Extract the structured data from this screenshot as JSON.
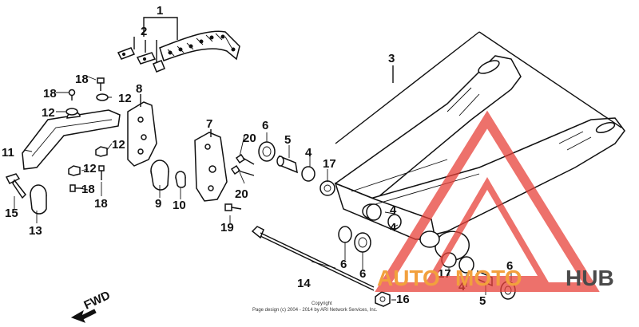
{
  "callouts": {
    "c1": "1",
    "c2": "2",
    "c3": "3",
    "c4a": "4",
    "c4b": "4",
    "c4c": "4",
    "c4d": "4",
    "c5a": "5",
    "c5b": "5",
    "c6a": "6",
    "c6b": "6",
    "c6c": "6",
    "c6d": "6",
    "c7": "7",
    "c8": "8",
    "c9": "9",
    "c10": "10",
    "c11": "11",
    "c12a": "12",
    "c12b": "12",
    "c12c": "12",
    "c12d": "12",
    "c13": "13",
    "c14": "14",
    "c15": "15",
    "c16": "16",
    "c17a": "17",
    "c17b": "17",
    "c18a": "18",
    "c18b": "18",
    "c18c": "18",
    "c18d": "18",
    "c19": "19",
    "c20a": "20",
    "c20b": "20"
  },
  "fwd_label": "FWD",
  "copyright": {
    "line1": "Copyright",
    "line2": "Page design (c) 2004 - 2014 by ARI Network Services, Inc."
  },
  "watermark": {
    "part1": "AUTO",
    "part2": "MOTO",
    "part3": "HUB",
    "color_red": "#e8423a",
    "color_orange": "#f2a03d",
    "color_gray": "#4a4a4a"
  }
}
